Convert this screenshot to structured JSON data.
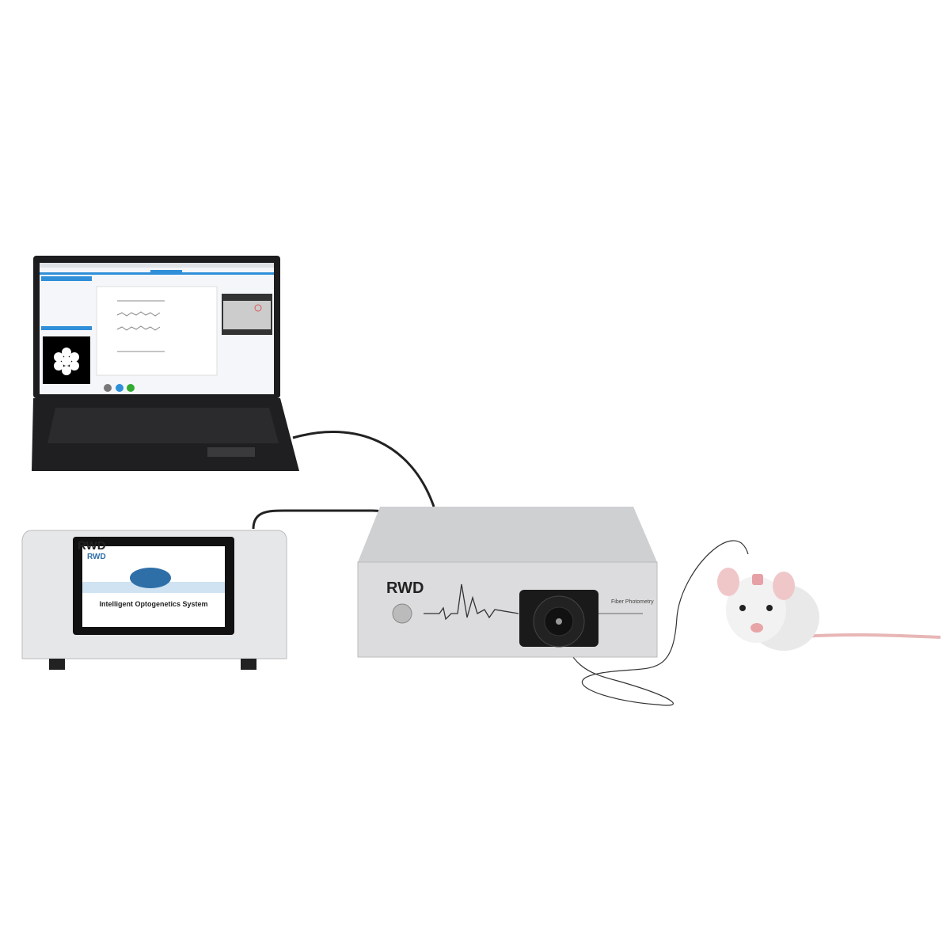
{
  "tablet": {
    "logo_top": "RWD",
    "logo_screen": "RWD",
    "screen_title": "Intelligent Optogenetics System"
  },
  "photometry_box": {
    "logo": "RWD",
    "label": "Fiber Photometry"
  },
  "colors": {
    "background": "#ffffff",
    "device_silver": "#d9dadc",
    "screen_blue": "#2f8fd8",
    "laptop_body": "#1d1d1f"
  }
}
